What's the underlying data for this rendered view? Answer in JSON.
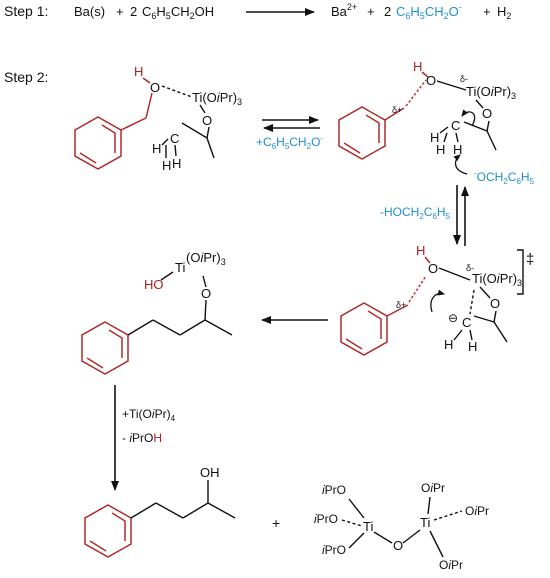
{
  "step1": {
    "label": "Step 1:",
    "reactant1": "Ba(s)",
    "plus1": "+",
    "coef": "2",
    "reactant2": "C6H5CH2OH",
    "product1": "Ba",
    "product1_charge": "2+",
    "plus2": "+",
    "product2": "C6H5CH2O",
    "product2_charge": "-",
    "plus3": "+",
    "product3": "H2"
  },
  "step2": {
    "label": "Step 2:",
    "forward_reagent": "+C6H5CH2O",
    "forward_reagent_charge": "-",
    "down_reagent": "-HOCH2C6H5",
    "attacker": "OCH2C6H5",
    "attacker_charge": "-",
    "delta_plus": "δ+",
    "delta_minus": "δ-",
    "transition_mark": "‡",
    "carbanion_charge": "⊖"
  },
  "final": {
    "reagent1": "+Ti(OiPr)4",
    "reagent2": "- iPrOH",
    "plus": "+",
    "alcohol_oh": "OH"
  },
  "colors": {
    "blue": "#1f8fd0",
    "red": "#b02020",
    "black": "#111111"
  }
}
